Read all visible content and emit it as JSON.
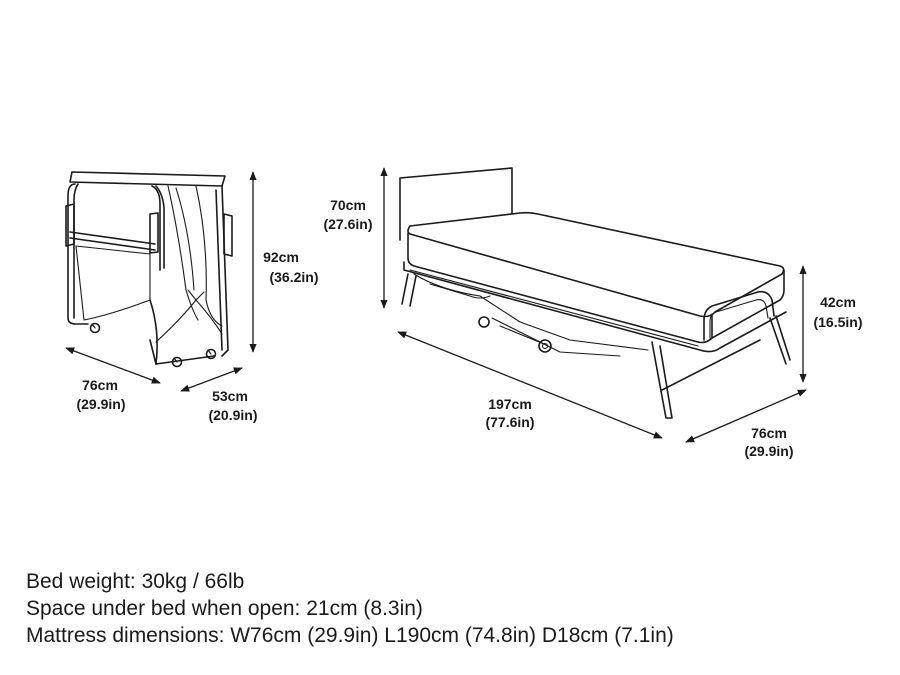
{
  "dimensions": {
    "folded_height": {
      "cm": "92cm",
      "in": "(36.2in)"
    },
    "folded_width": {
      "cm": "76cm",
      "in": "(29.9in)"
    },
    "folded_depth": {
      "cm": "53cm",
      "in": "(20.9in)"
    },
    "headboard_height": {
      "cm": "70cm",
      "in": "(27.6in)"
    },
    "bed_height": {
      "cm": "42cm",
      "in": "(16.5in)"
    },
    "bed_length": {
      "cm": "197cm",
      "in": "(77.6in)"
    },
    "bed_width": {
      "cm": "76cm",
      "in": "(29.9in)"
    }
  },
  "specs": [
    "Bed weight:  30kg / 66lb",
    "Space under bed when open: 21cm (8.3in)",
    "Mattress dimensions: W76cm (29.9in) L190cm (74.8in) D18cm (7.1in)"
  ]
}
